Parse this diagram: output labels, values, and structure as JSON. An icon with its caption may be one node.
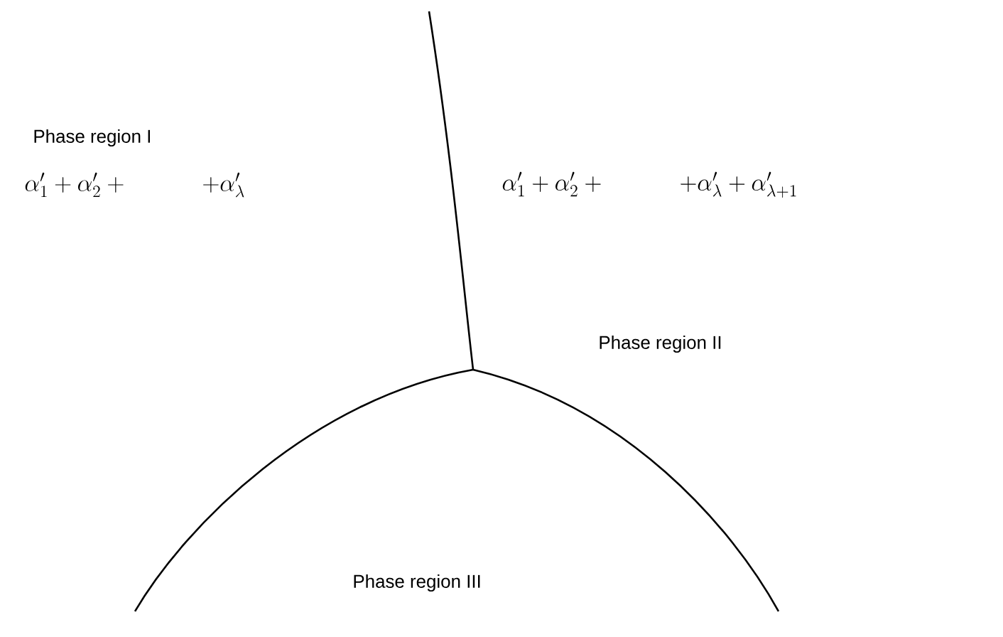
{
  "diagram": {
    "labels": [
      "Phase region I",
      "\\alpha'_1+\\alpha'_2+\\qquad\\quad+\\alpha'_\\lambda",
      "\\alpha'_1+\\alpha'_2+\\qquad\\quad+\\alpha'_\\lambda+\\alpha'_{\\lambda+1}",
      "Phase region II",
      "Phase region III"
    ]
  }
}
